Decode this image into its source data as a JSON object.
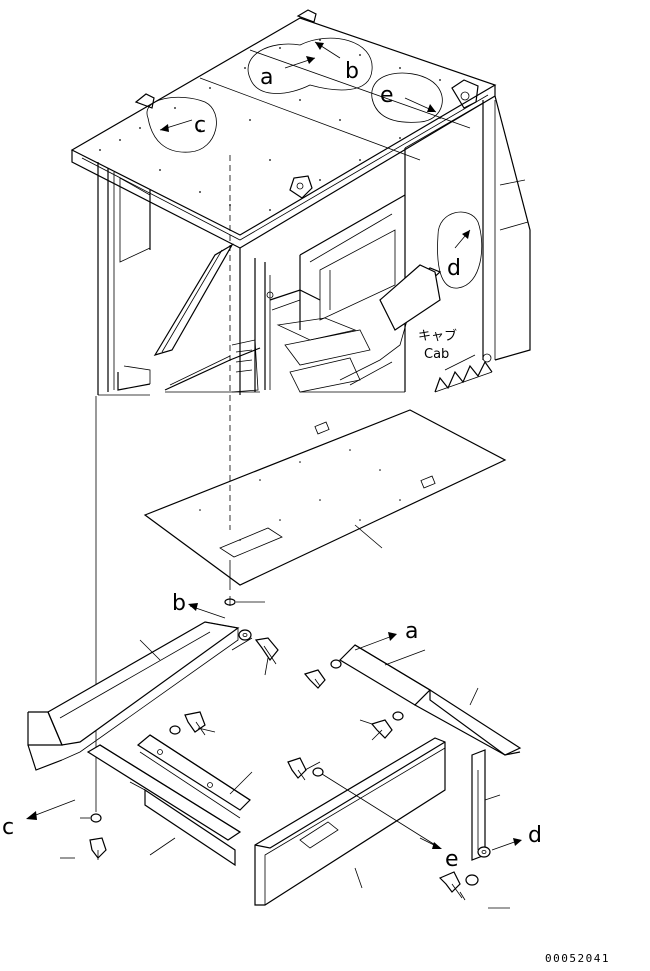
{
  "labels": {
    "a_top": "a",
    "b_top": "b",
    "c_top": "c",
    "d_top": "d",
    "e_top": "e",
    "a_bottom": "a",
    "b_bottom": "b",
    "c_bottom": "c",
    "d_bottom": "d",
    "e_bottom": "e"
  },
  "cab_label_jp": "キャブ",
  "cab_label_en": "Cab",
  "figure_number": "00052041"
}
